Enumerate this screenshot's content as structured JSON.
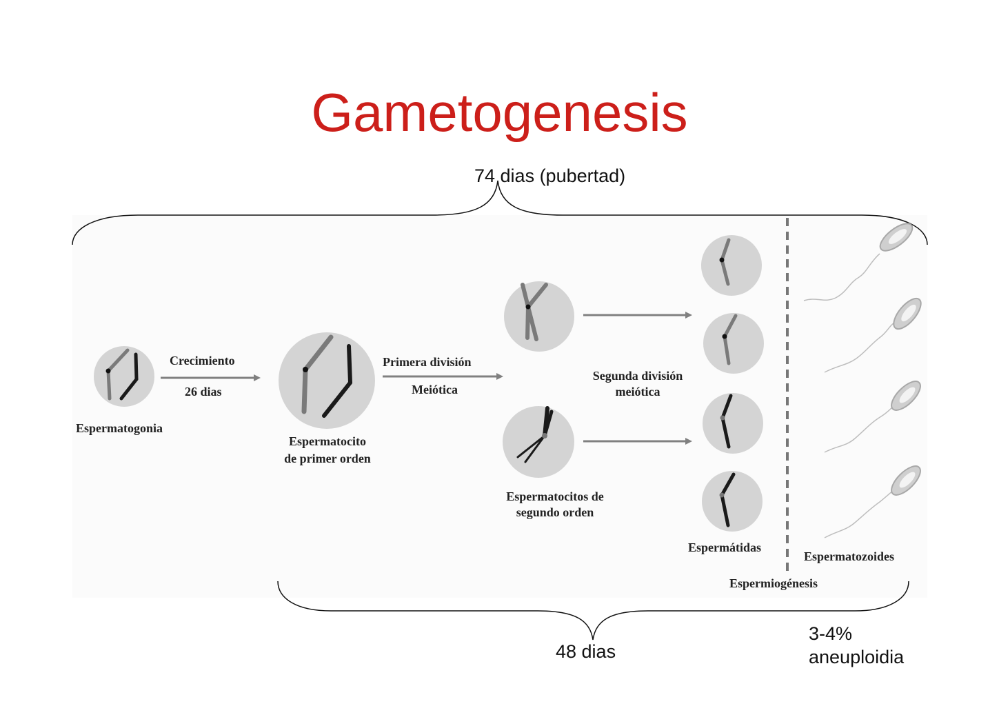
{
  "title": "Gametogenesis",
  "top_brace_label": "74 dias (pubertad)",
  "bottom_brace_label": "48 dias",
  "aneuploidy": {
    "line1": "3-4%",
    "line2": "aneuploidia"
  },
  "stages": {
    "growth_label": "Crecimiento",
    "growth_days": "26 dias",
    "spermatogonia": "Espermatogonia",
    "primary_line1": "Espermatocito",
    "primary_line2": "de primer orden",
    "first_division_line1": "Primera división",
    "first_division_line2": "Meiótica",
    "secondary_line1": "Espermatocitos de",
    "secondary_line2": "segundo orden",
    "second_division_line1": "Segunda división",
    "second_division_line2": "meiótica",
    "spermatids": "Espermátidas",
    "spermatozoa": "Espermatozoides",
    "spermiogenesis": "Espermiogénesis"
  },
  "colors": {
    "title": "#cc1f1a",
    "cell_fill": "#d4d4d4",
    "arrow": "#808080",
    "chrom_dark": "#1a1a1a",
    "chrom_gray": "#7a7a7a"
  }
}
